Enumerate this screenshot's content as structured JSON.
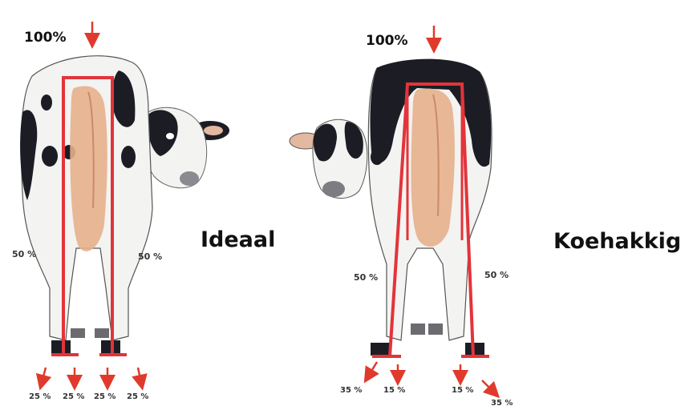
{
  "ideal": {
    "title": "Ideaal",
    "top_load": "100%",
    "side_left": "50 %",
    "side_right": "50 %",
    "foot_loads": [
      "25 %",
      "25 %",
      "25 %",
      "25 %"
    ]
  },
  "cow_hocked": {
    "title": "Koehakkig",
    "top_load": "100%",
    "side_left": "50 %",
    "side_right": "50 %",
    "foot_loads": [
      "35 %",
      "15 %",
      "15 %",
      "35 %"
    ]
  },
  "colors": {
    "arrow": "#e03a2c",
    "frame": "#e2343a",
    "coat_black": "#1c1d24",
    "coat_white": "#f3f3f1",
    "udder": "#e7b08c"
  },
  "icons": [
    "down-arrow-icon"
  ]
}
